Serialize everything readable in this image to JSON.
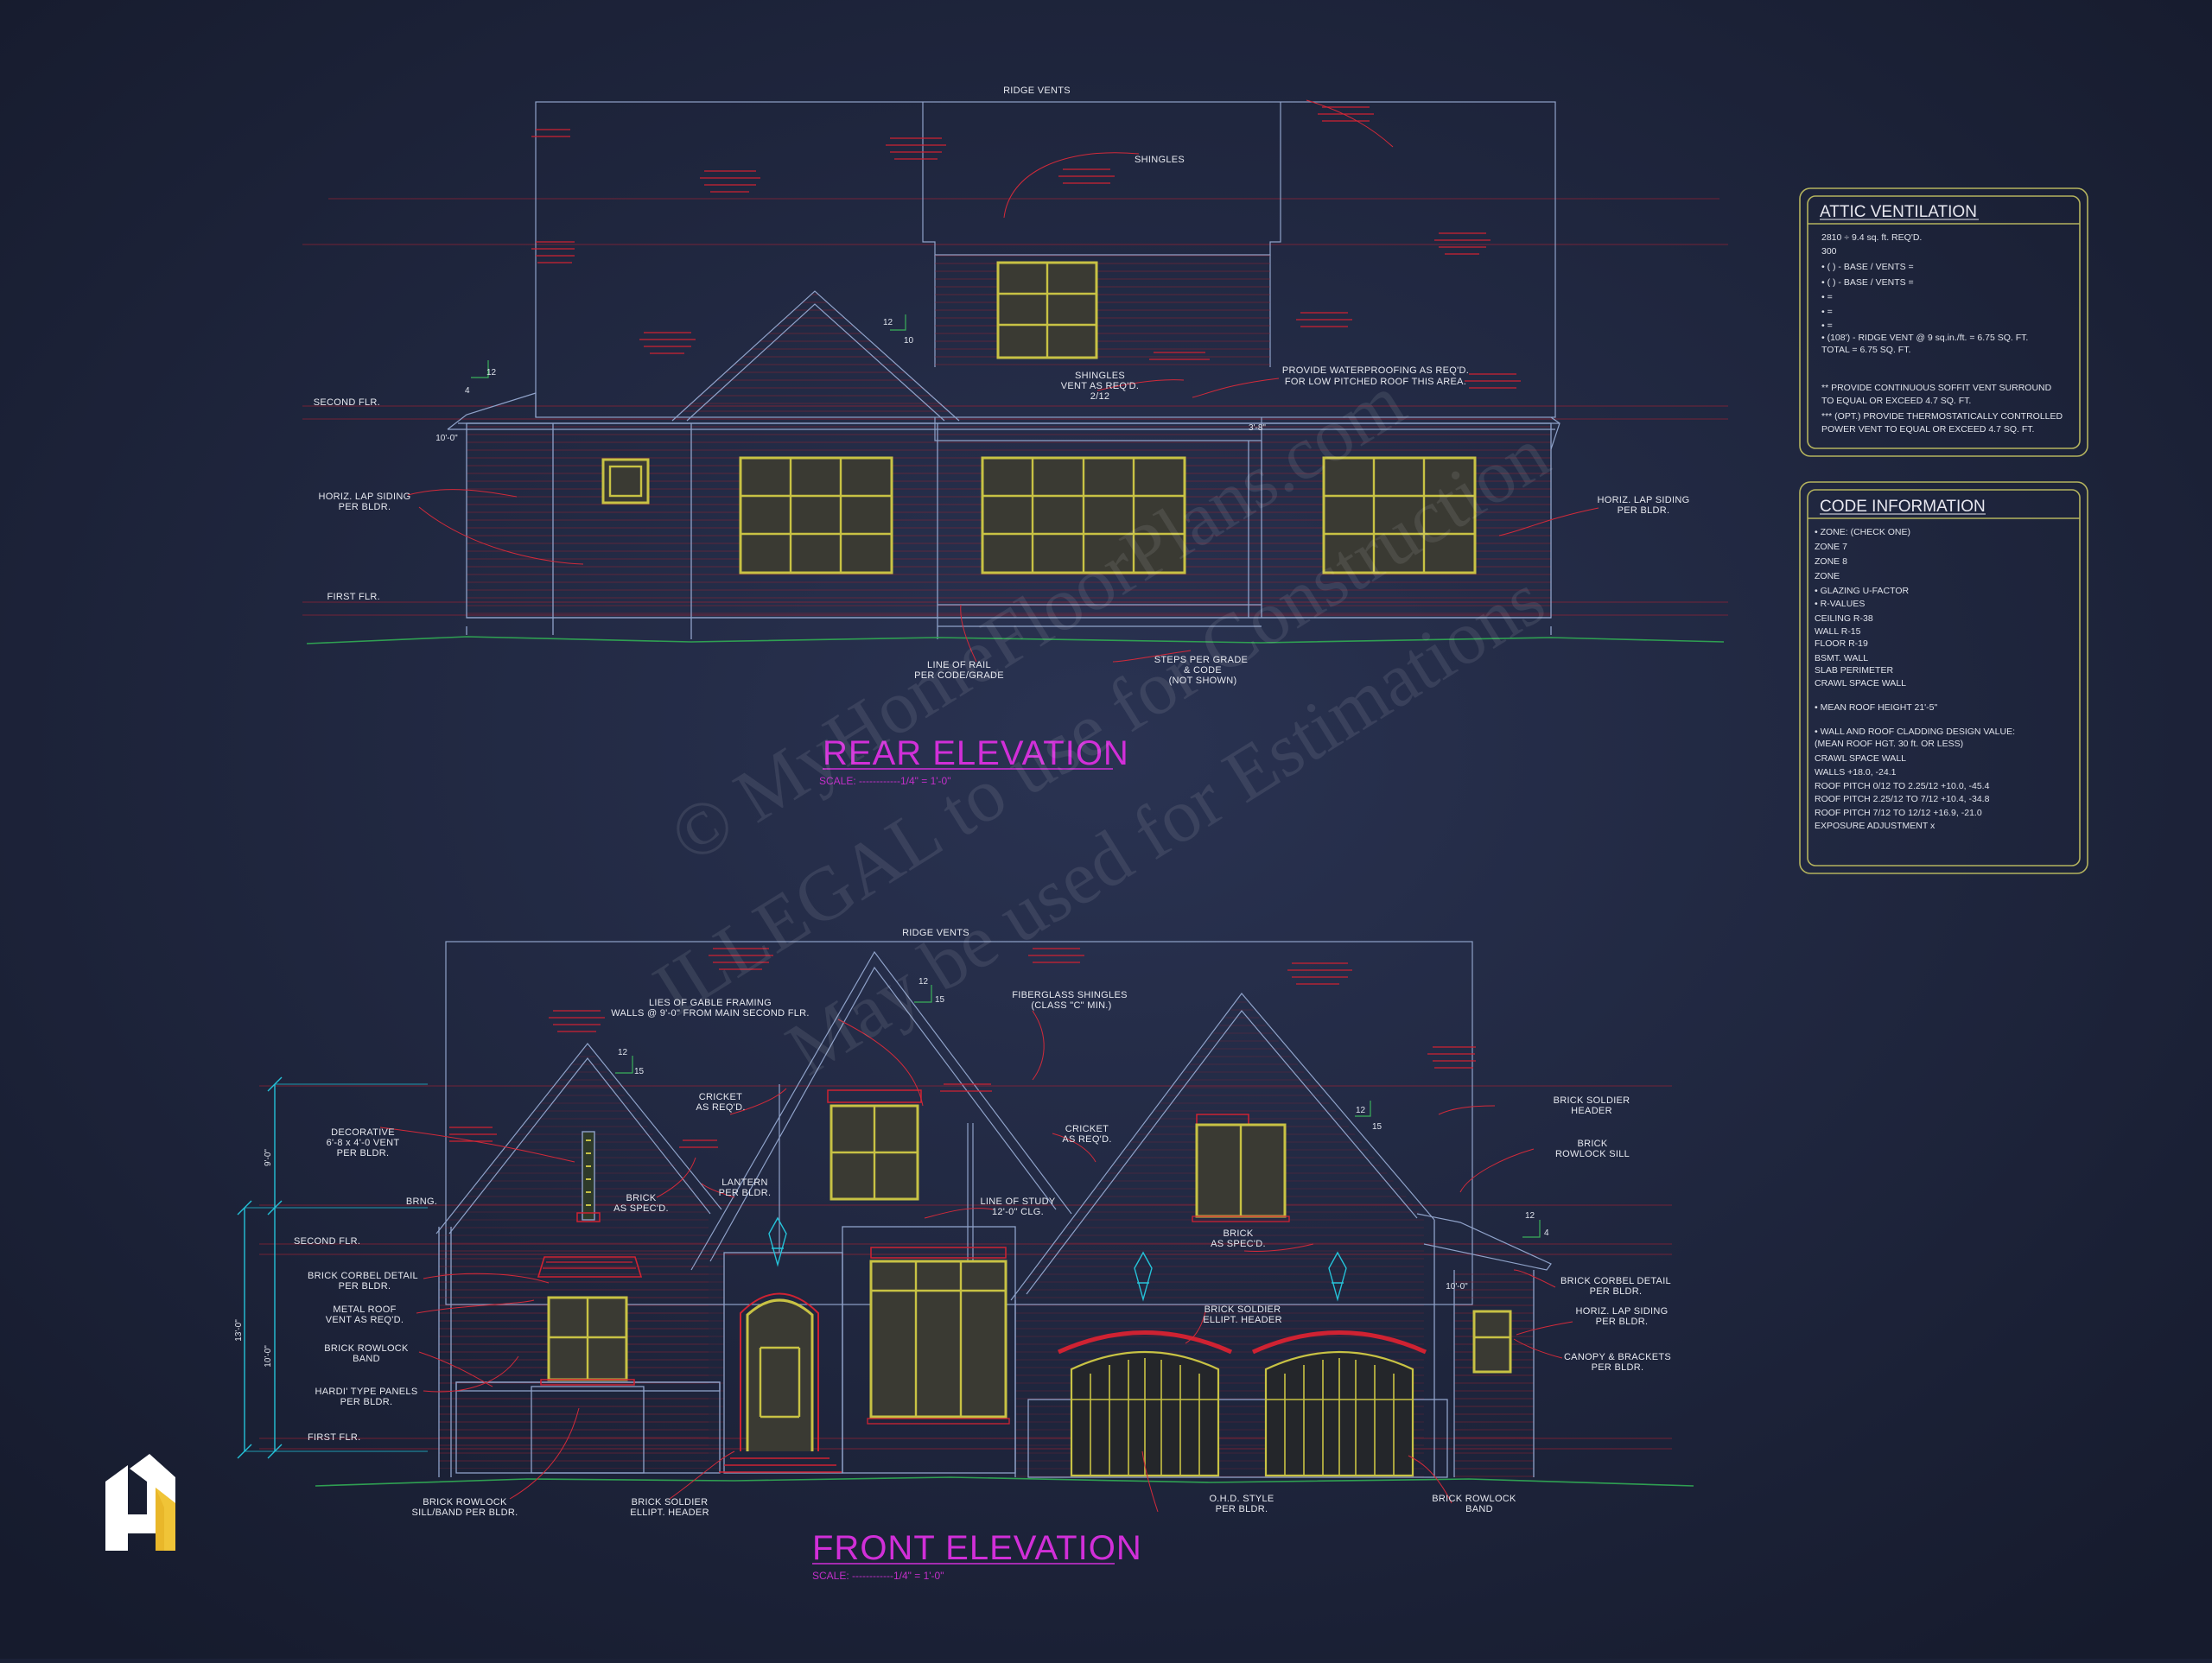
{
  "colors": {
    "background": "#1b2136",
    "wall_line": "#8fa2c9",
    "siding_red": "#cf2232",
    "window_yellow": "#c8c244",
    "title_magenta": "#d12fd8",
    "grade_green": "#2fa052",
    "dimension_cyan": "#25c2d8",
    "panel_border": "#b4b35e"
  },
  "watermark": {
    "line1": "© MyHomeFloorPlans.com",
    "line2": "ILLEGAL to use for Construction",
    "line3": "May be used for Estimations"
  },
  "logo": {
    "icon": "house-h-logo-icon"
  },
  "rear": {
    "title": "REAR ELEVATION",
    "scale": "SCALE: ------------1/4\" = 1'-0\"",
    "labels": {
      "ridge_vents": "RIDGE VENTS",
      "shingles": "SHINGLES",
      "second_flr": "SECOND FLR.",
      "first_flr": "FIRST FLR.",
      "siding_left_1": "HORIZ. LAP SIDING",
      "siding_left_2": "PER BLDR.",
      "siding_right_1": "HORIZ. LAP SIDING",
      "siding_right_2": "PER BLDR.",
      "shingles_vent_1": "SHINGLES",
      "shingles_vent_2": "VENT AS REQ'D.",
      "shingles_vent_3": "2/12",
      "waterproof_1": "PROVIDE WATERPROOFING AS REQ'D.",
      "waterproof_2": "FOR LOW PITCHED ROOF THIS AREA.",
      "rail_1": "LINE OF RAIL",
      "rail_2": "PER CODE/GRADE",
      "steps_1": "STEPS PER GRADE",
      "steps_2": "& CODE",
      "steps_3": "(NOT SHOWN)",
      "dim_1010": "10'-0\"",
      "dim_38": "3'-8\"",
      "pitch_12a": "12",
      "pitch_4": "4",
      "pitch_12b": "12",
      "pitch_10": "10"
    }
  },
  "front": {
    "title": "FRONT ELEVATION",
    "scale": "SCALE: ------------1/4\" = 1'-0\"",
    "labels": {
      "ridge_vents": "RIDGE VENTS",
      "gable_1": "LIES OF GABLE FRAMING",
      "gable_2": "WALLS @ 9'-0\" FROM MAIN SECOND FLR.",
      "fiberglass_1": "FIBERGLASS SHINGLES",
      "fiberglass_2": "(CLASS \"C\" MIN.)",
      "cricket_l_1": "CRICKET",
      "cricket_l_2": "AS REQ'D.",
      "cricket_r_1": "CRICKET",
      "cricket_r_2": "AS REQ'D.",
      "decor_1": "DECORATIVE",
      "decor_2": "6'-8 x 4'-0 VENT",
      "decor_3": "PER BLDR.",
      "brng": "BRNG.",
      "second_flr": "SECOND FLR.",
      "first_flr": "FIRST FLR.",
      "brick_l_1": "BRICK",
      "brick_l_2": "AS SPEC'D.",
      "lantern_1": "LANTERN",
      "lantern_2": "PER BLDR.",
      "study_1": "LINE OF STUDY",
      "study_2": "12'-0\" CLG.",
      "brick_c_1": "BRICK",
      "brick_c_2": "AS SPEC'D.",
      "soldier_hdr_1": "BRICK SOLDIER",
      "soldier_hdr_2": "HEADER",
      "rowlock_sill_1": "BRICK",
      "rowlock_sill_2": "ROWLOCK SILL",
      "corbel_l_1": "BRICK CORBEL DETAIL",
      "corbel_l_2": "PER BLDR.",
      "metal_roof_1": "METAL ROOF",
      "metal_roof_2": "VENT AS REQ'D.",
      "rowlock_band_1": "BRICK ROWLOCK",
      "rowlock_band_2": "BAND",
      "hardi_1": "HARDI' TYPE PANELS",
      "hardi_2": "PER BLDR.",
      "soldier_ellipt_1": "BRICK SOLDIER",
      "soldier_ellipt_2": "ELLIPT. HEADER",
      "corbel_r_1": "BRICK CORBEL DETAIL",
      "corbel_r_2": "PER BLDR.",
      "siding_r_1": "HORIZ. LAP SIDING",
      "siding_r_2": "PER BLDR.",
      "canopy_1": "CANOPY & BRACKETS",
      "canopy_2": "PER BLDR.",
      "rowlock_sillband_1": "BRICK ROWLOCK",
      "rowlock_sillband_2": "SILL/BAND PER BLDR.",
      "soldier_bottom_1": "BRICK SOLDIER",
      "soldier_bottom_2": "ELLIPT. HEADER",
      "ohd_1": "O.H.D. STYLE",
      "ohd_2": "PER BLDR.",
      "rowlock_bottom_1": "BRICK ROWLOCK",
      "rowlock_bottom_2": "BAND",
      "dim_9": "9'-0\"",
      "dim_13": "13'-0\"",
      "dim_10": "10'-0\"",
      "dim_1010": "10'-0\"",
      "pitch_12a": "12",
      "pitch_15a": "15",
      "pitch_12b": "12",
      "pitch_15b": "15",
      "pitch_12c": "12",
      "pitch_15c": "15",
      "pitch_12d": "12",
      "pitch_4": "4"
    }
  },
  "attic_panel": {
    "title": "ATTIC VENTILATION",
    "lines": [
      "2810 ÷ 9.4 sq. ft. REQ'D.",
      "300",
      "• (    ) -          BASE      /      VENTS    =",
      "• (    ) -          BASE      /      VENTS    =",
      "•                                                          =",
      "•                                                          =",
      "•                                                          =",
      "• (108') - RIDGE VENT @ 9 sq.in./ft.  =    6.75 SQ. FT.",
      "                                                TOTAL   =    6.75 SQ. FT.",
      "",
      "** PROVIDE CONTINUOUS SOFFIT VENT SURROUND",
      "    TO EQUAL OR EXCEED   4.7 SQ. FT.",
      "*** (OPT.) PROVIDE THERMOSTATICALLY CONTROLLED",
      "    POWER VENT TO EQUAL OR EXCEED 4.7 SQ. FT."
    ]
  },
  "code_panel": {
    "title": "CODE INFORMATION",
    "lines": [
      "• ZONE: (CHECK ONE)",
      "      ZONE 7",
      "      ZONE 8",
      "      ZONE",
      "• GLAZING U-FACTOR",
      "• R-VALUES",
      "      CEILING              R-38",
      "      WALL                  R-15",
      "      FLOOR                R-19",
      "      BSMT. WALL",
      "      SLAB PERIMETER",
      "      CRAWL SPACE WALL",
      "",
      "• MEAN ROOF HEIGHT   21'-5\"",
      "",
      "• WALL AND ROOF CLADDING DESIGN VALUE:",
      "   (MEAN ROOF HGT. 30 ft. OR LESS)",
      "      CRAWL SPACE WALL",
      "      WALLS                          +18.0, -24.1",
      "      ROOF PITCH 0/12 TO 2.25/12   +10.0, -45.4",
      "      ROOF PITCH 2.25/12 TO 7/12   +10.4, -34.8",
      "      ROOF PITCH 7/12 TO 12/12    +16.9, -21.0",
      "      EXPOSURE ADJUSTMENT           x"
    ]
  }
}
